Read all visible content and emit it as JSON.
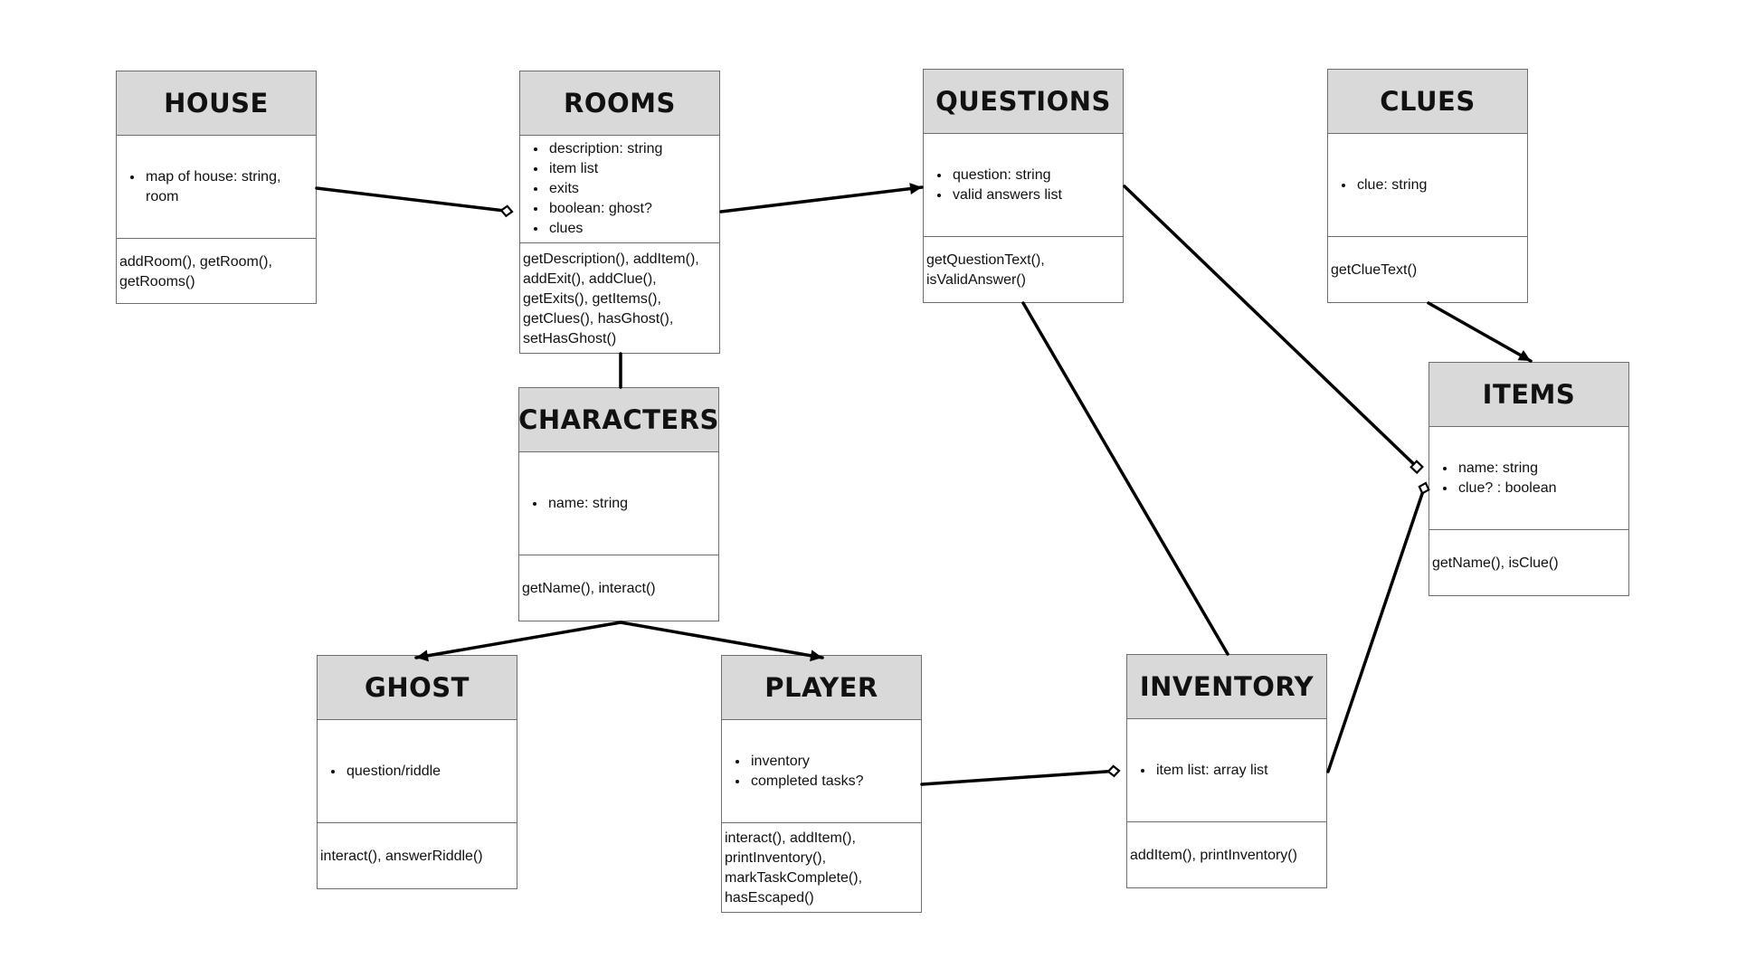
{
  "classes": {
    "house": {
      "title": "HOUSE",
      "attributes": [
        "map of house: string, room"
      ],
      "methods": [
        "addRoom(), getRoom(),",
        "getRooms()"
      ]
    },
    "rooms": {
      "title": "ROOMS",
      "attributes": [
        "description: string",
        "item list",
        "exits",
        "boolean: ghost?",
        "clues"
      ],
      "methods": [
        "getDescription(), addItem(),",
        "addExit(), addClue(),",
        "getExits(), getItems(),",
        "getClues(), hasGhost(),",
        "setHasGhost()"
      ]
    },
    "questions": {
      "title": "QUESTIONS",
      "attributes": [
        "question: string",
        "valid answers list"
      ],
      "methods": [
        "getQuestionText(),",
        "isValidAnswer()"
      ]
    },
    "clues": {
      "title": "CLUES",
      "attributes": [
        "clue: string"
      ],
      "methods": [
        "getClueText()"
      ]
    },
    "characters": {
      "title": "CHARACTERS",
      "attributes": [
        "name: string"
      ],
      "methods": [
        "getName(), interact()"
      ]
    },
    "items": {
      "title": "ITEMS",
      "attributes": [
        "name: string",
        "clue? : boolean"
      ],
      "methods": [
        "getName(), isClue()"
      ]
    },
    "ghost": {
      "title": "GHOST",
      "attributes": [
        "question/riddle"
      ],
      "methods": [
        "interact(), answerRiddle()"
      ]
    },
    "player": {
      "title": "PLAYER",
      "attributes": [
        "inventory",
        "completed tasks?"
      ],
      "methods": [
        "interact(), addItem(),",
        "printInventory(),",
        "markTaskComplete(),",
        "hasEscaped()"
      ]
    },
    "inventory": {
      "title": "INVENTORY",
      "attributes": [
        "item list: array list"
      ],
      "methods": [
        "addItem(), printInventory()"
      ]
    }
  },
  "relationships": [
    {
      "from": "house",
      "to": "rooms",
      "end": "hollow-diamond"
    },
    {
      "from": "rooms",
      "to": "questions",
      "end": "arrow"
    },
    {
      "from": "rooms",
      "to": "characters",
      "end": "none"
    },
    {
      "from": "characters",
      "to": "ghost",
      "end": "arrow"
    },
    {
      "from": "characters",
      "to": "player",
      "end": "arrow"
    },
    {
      "from": "player",
      "to": "inventory",
      "end": "hollow-diamond"
    },
    {
      "from": "questions",
      "to": "inventory",
      "end": "none"
    },
    {
      "from": "clues",
      "to": "items",
      "end": "arrow"
    },
    {
      "from": "questions",
      "to": "items",
      "end": "hollow-square"
    },
    {
      "from": "inventory",
      "to": "items",
      "end": "hollow-diamond"
    }
  ],
  "colors": {
    "header_fill": "#d9d9d9",
    "border": "#6e6e6e",
    "connector": "#000000"
  }
}
